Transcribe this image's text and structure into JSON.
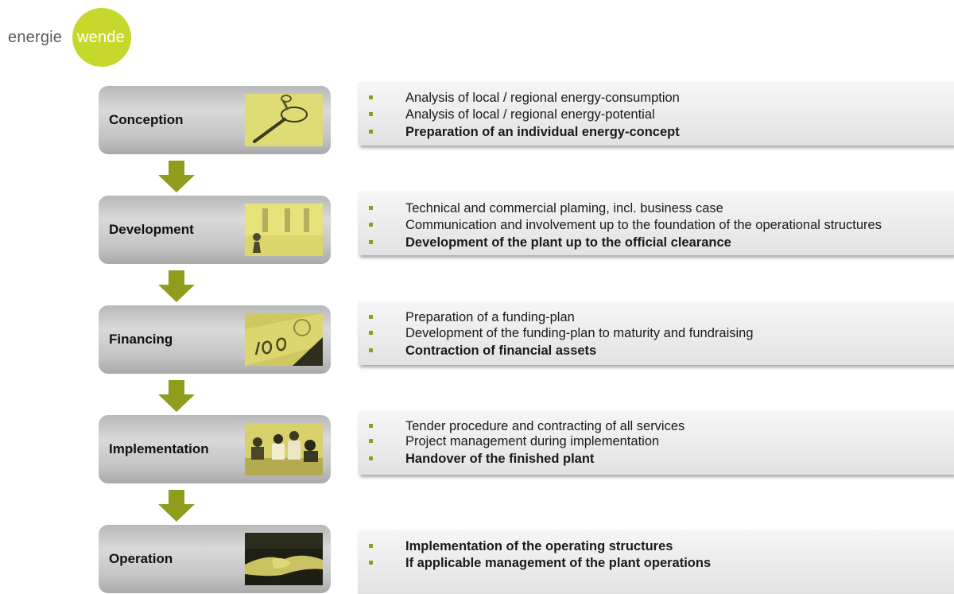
{
  "logo": {
    "part1": "energie",
    "part2": "wende"
  },
  "stages": [
    {
      "label": "Conception",
      "items": [
        {
          "text": "Analysis of local / regional energy-consumption",
          "bold": false
        },
        {
          "text": "Analysis of local / regional energy-potential",
          "bold": false
        },
        {
          "text": "Preparation of an individual energy-concept",
          "bold": true
        }
      ]
    },
    {
      "label": "Development",
      "items": [
        {
          "text": "Technical and commercial plaming, incl. business case",
          "bold": false
        },
        {
          "text": "Communication and involvement up to the foundation of the operational structures",
          "bold": false
        },
        {
          "text": "Development of the plant up to the official clearance",
          "bold": true
        }
      ]
    },
    {
      "label": "Financing",
      "items": [
        {
          "text": "Preparation of a funding-plan",
          "bold": false
        },
        {
          "text": "Development of the funding-plan to maturity and fundraising",
          "bold": false
        },
        {
          "text": "Contraction of financial assets",
          "bold": true
        }
      ]
    },
    {
      "label": "Implementation",
      "items": [
        {
          "text": "Tender procedure and contracting of all services",
          "bold": false
        },
        {
          "text": "Project management during implementation",
          "bold": false
        },
        {
          "text": "Handover of the finished plant",
          "bold": true
        }
      ]
    },
    {
      "label": "Operation",
      "items": [
        {
          "text": "Implementation of the operating structures",
          "bold": true
        },
        {
          "text": "If applicable management of the plant operations",
          "bold": true
        }
      ]
    }
  ],
  "colors": {
    "accent_green": "#c6d82c",
    "arrow_olive": "#8f9c1c",
    "bullet_olive": "#8f9c1c"
  },
  "icons": [
    "magnifier-photo",
    "chess-pawn-photo",
    "banknote-photo",
    "team-meeting-photo",
    "handshake-photo"
  ]
}
